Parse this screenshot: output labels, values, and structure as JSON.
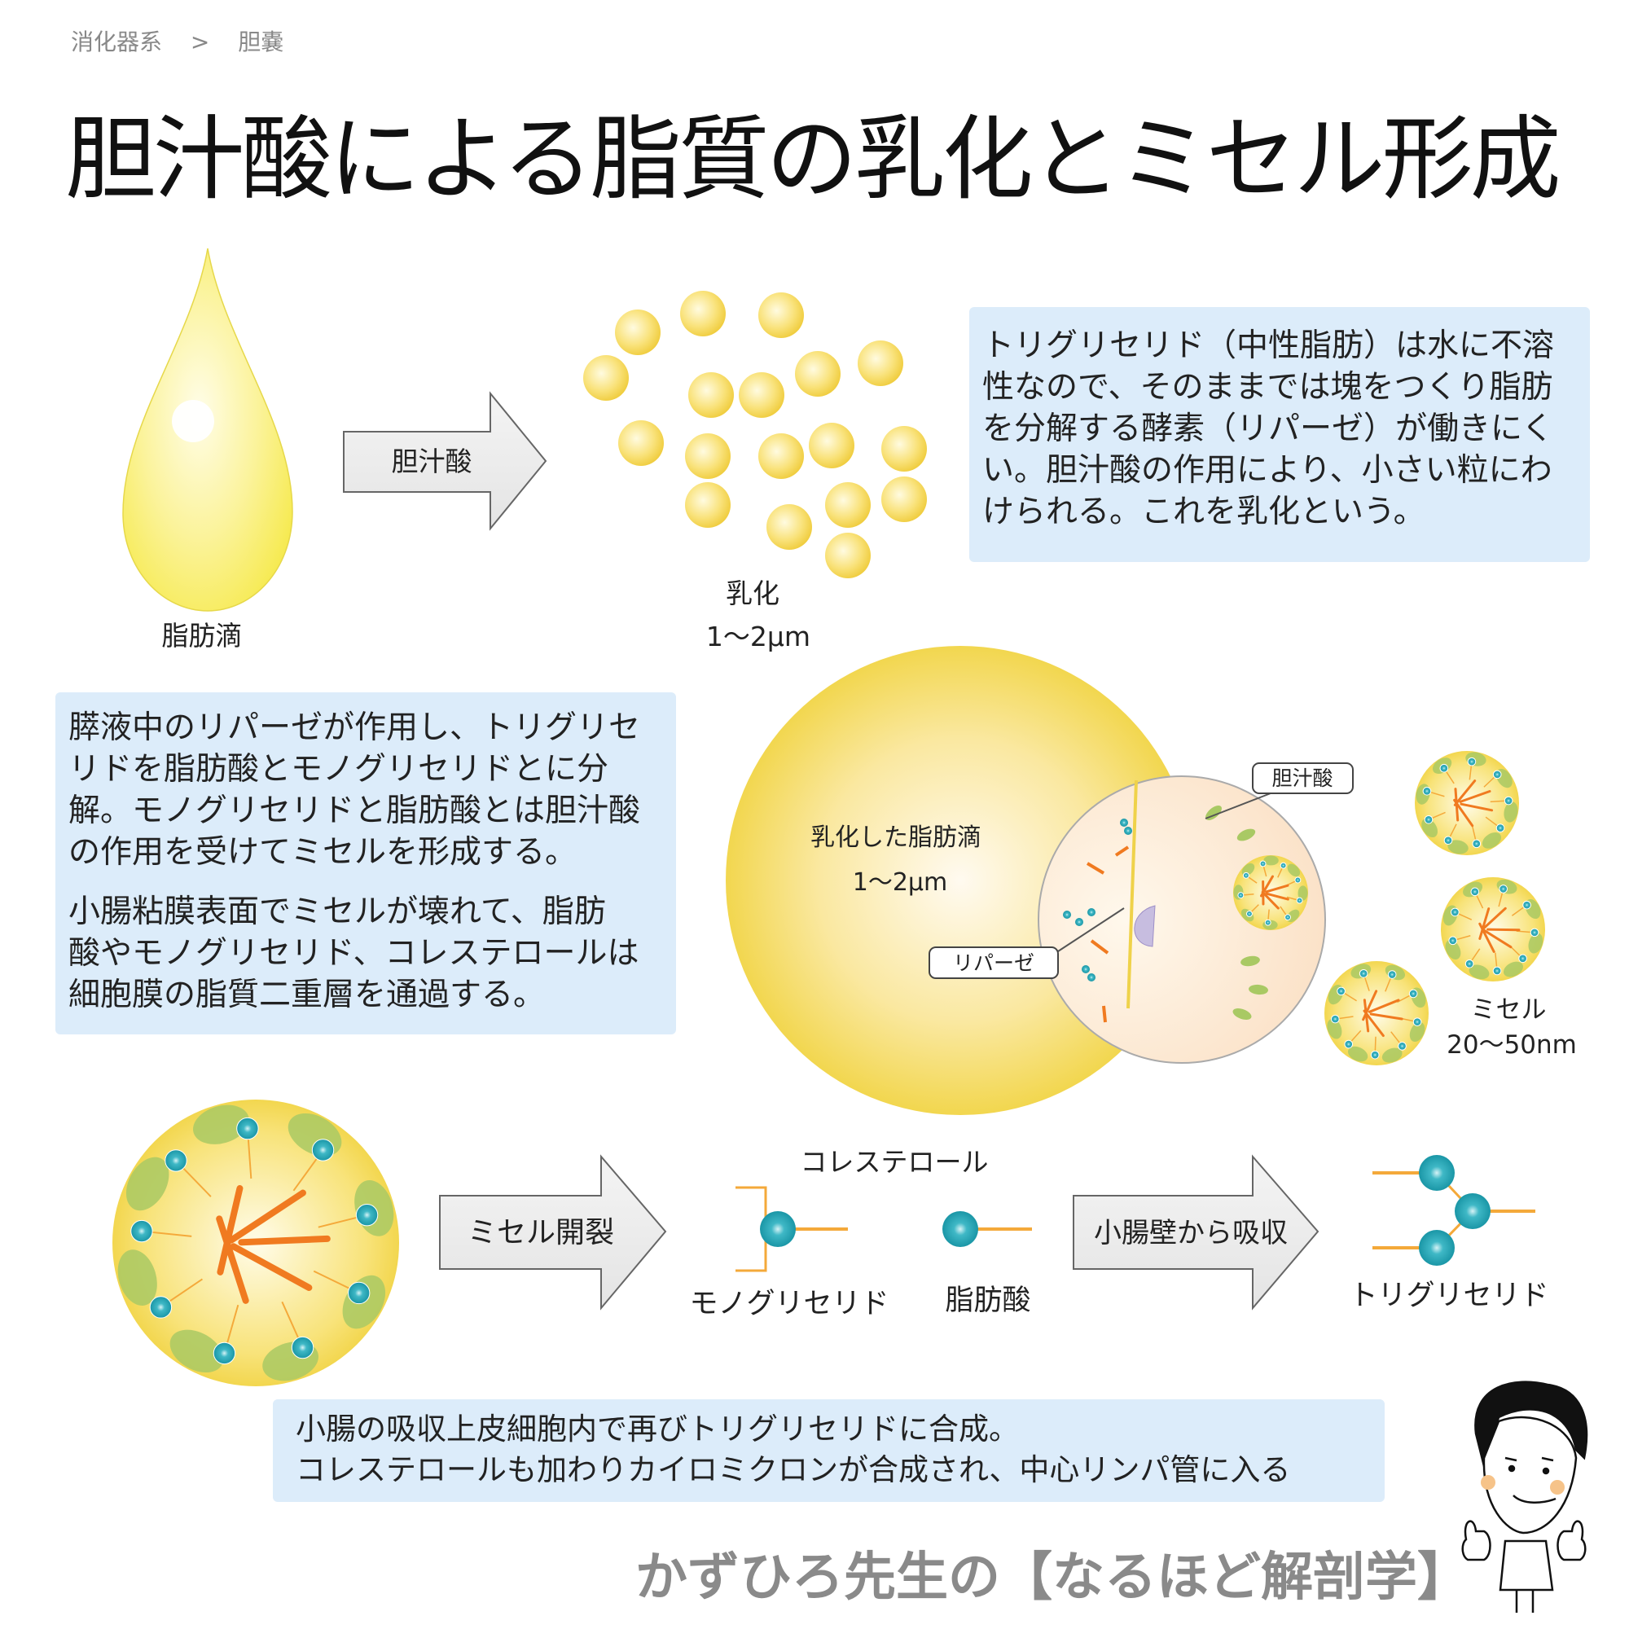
{
  "breadcrumb": {
    "items": [
      "消化器系",
      ">",
      "胆嚢"
    ]
  },
  "title": "胆汁酸による脂質の乳化とミセル形成",
  "top_section": {
    "drop_label": "脂肪滴",
    "arrow_label": "胆汁酸",
    "emulsion_label": "乳化",
    "emulsion_size": "1〜2μm"
  },
  "box1": {
    "lines": [
      "トリグリセリド（中性脂肪）は水に不溶",
      "性なので、そのままでは塊をつくり脂肪",
      "を分解する酵素（リパーゼ）が働きにく",
      "い。胆汁酸の作用により、小さい粒にわ",
      "けられる。これを乳化という。"
    ]
  },
  "box2": {
    "para1": [
      "膵液中のリパーゼが作用し、トリグリセ",
      "リドを脂肪酸とモノグリセリドとに分",
      "解。モノグリセリドと脂肪酸とは胆汁酸",
      "の作用を受けてミセルを形成する。"
    ],
    "para2": [
      "小腸粘膜表面でミセルが壊れて、脂肪",
      "酸やモノグリセリド、コレステロールは",
      "細胞膜の脂質二重層を通過する。"
    ]
  },
  "middle_section": {
    "sphere_label": "乳化した脂肪滴",
    "sphere_size": "1〜2μm",
    "bile_acid_callout": "胆汁酸",
    "lipase_callout": "リパーゼ",
    "micelle_label": "ミセル",
    "micelle_size": "20〜50nm"
  },
  "bottom_section": {
    "arrow1_label": "ミセル開裂",
    "cholesterol_label": "コレステロール",
    "monoglyceride_label": "モノグリセリド",
    "fatty_acid_label": "脂肪酸",
    "arrow2_label": "小腸壁から吸収",
    "triglyceride_label": "トリグリセリド"
  },
  "box3": {
    "lines": [
      "小腸の吸収上皮細胞内で再びトリグリセリドに合成。",
      "コレステロールも加わりカイロミクロンが合成され、中心リンパ管に入る"
    ]
  },
  "footer": "かずひろ先生の【なるほど解剖学】",
  "colors": {
    "box_bg": "#dcecfa",
    "yellow": "#f2d84a",
    "orange": "#f07a20",
    "teal": "#27a9b8",
    "green": "#a8c86a"
  }
}
